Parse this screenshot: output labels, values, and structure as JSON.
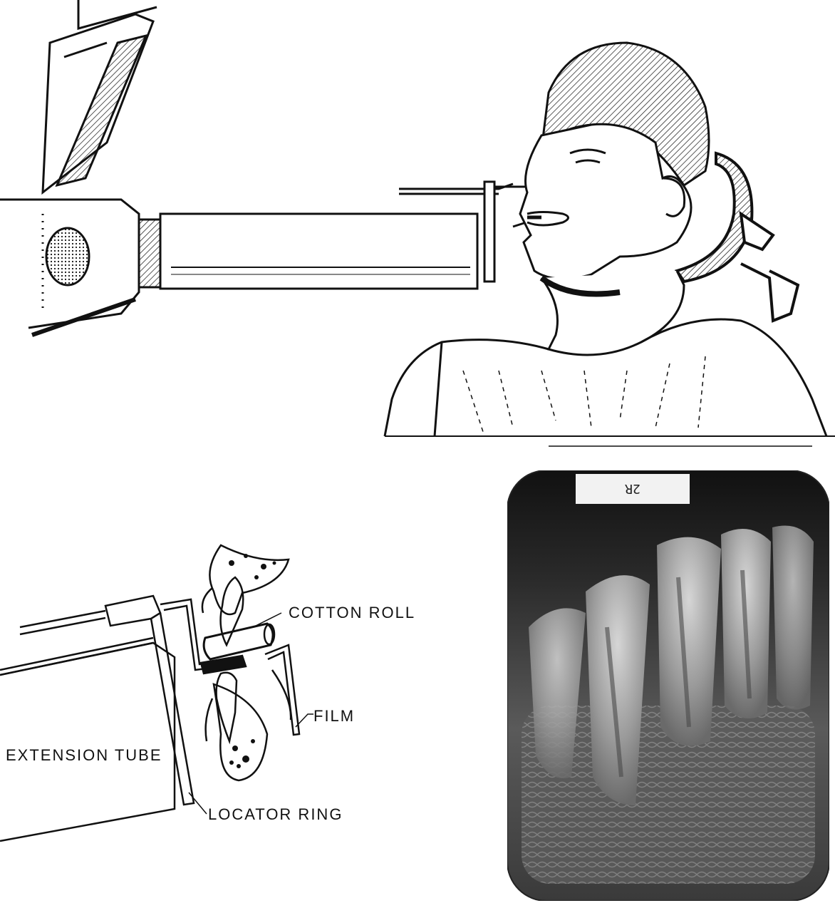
{
  "labels": {
    "cotton_roll": "COTTON ROLL",
    "film": "FILM",
    "extension_tube": "EXTENSION TUBE",
    "locator_ring": "LOCATOR RING"
  },
  "radiograph": {
    "film_marker": "2R"
  },
  "colors": {
    "ink": "#111111",
    "paper": "#ffffff",
    "film_dark": "#1a1a1a",
    "film_mid": "#6e6e6e",
    "film_light": "#c8c8c8"
  }
}
